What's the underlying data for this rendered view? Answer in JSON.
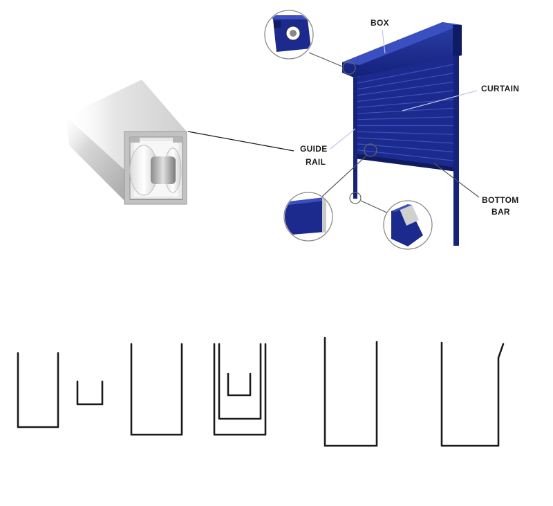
{
  "labels": {
    "box": "BOX",
    "curtain": "CURTAIN",
    "guide_rail_line1": "GUIDE",
    "guide_rail_line2": "RAIL",
    "bottom_bar_line1": "BOTTOM",
    "bottom_bar_line2": "BAR"
  },
  "colors": {
    "shutter_blue": "#1b2a8c",
    "shutter_blue_dark": "#101b66",
    "shutter_blue_light": "#2e42b0",
    "rail_metal": "#c9c9c9",
    "roller_white": "#f2f2f2",
    "profile_stroke": "#1a1a1a"
  },
  "profiles": [
    {
      "name": "profile-u-with-small-channel"
    },
    {
      "name": "profile-tall-u"
    },
    {
      "name": "profile-nested-triple-u"
    },
    {
      "name": "profile-u-with-hook"
    },
    {
      "name": "profile-u-with-angled-lip"
    }
  ]
}
